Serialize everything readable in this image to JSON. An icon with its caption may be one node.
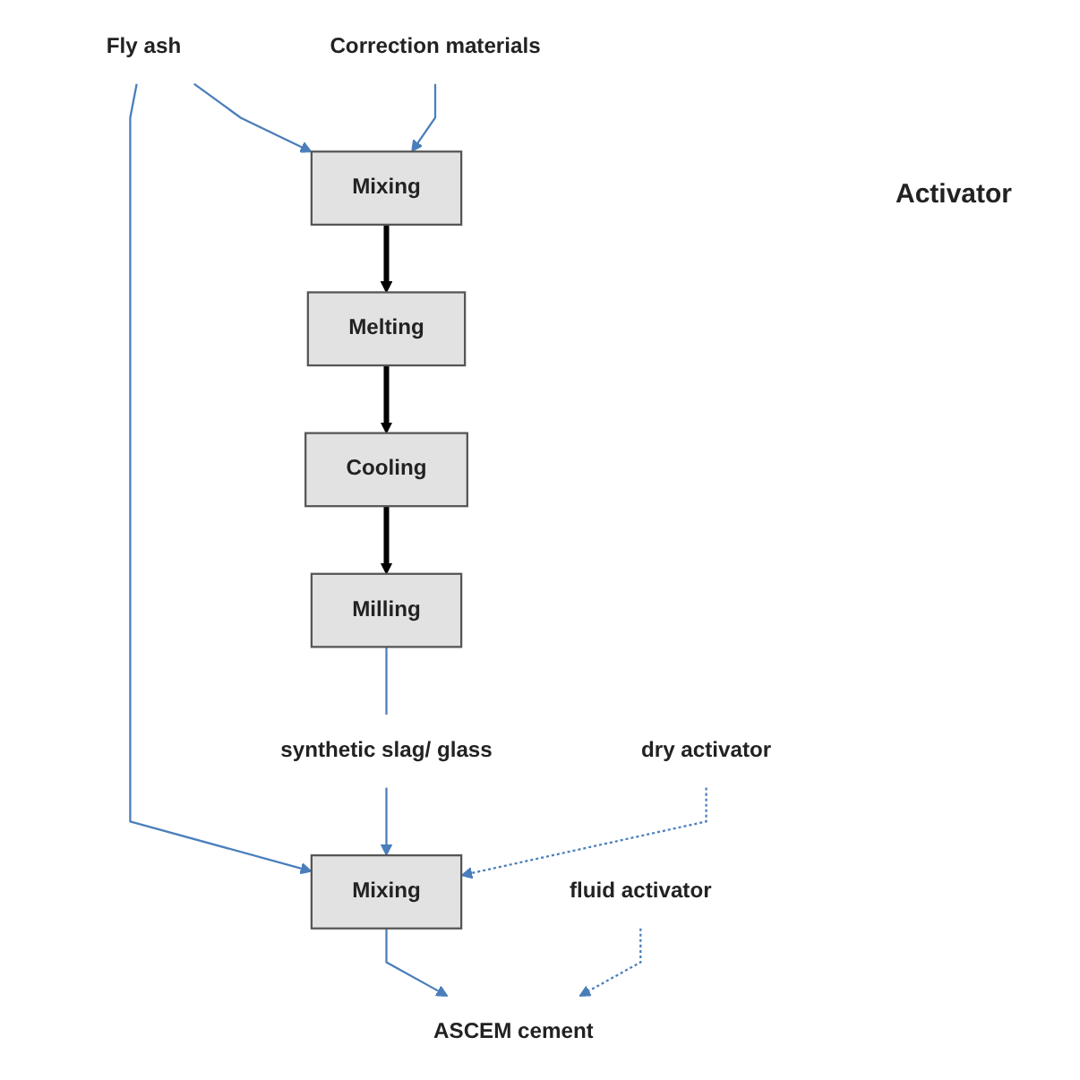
{
  "diagram": {
    "nodes": [
      {
        "text": [
          "Fly ash"
        ]
      },
      {
        "text": [
          "Correction materials"
        ]
      },
      {
        "text": [
          "Mixing"
        ]
      },
      {
        "text": [
          "Melting"
        ]
      },
      {
        "text": [
          "Cooling"
        ]
      },
      {
        "text": [
          "Milling"
        ]
      },
      {
        "text": [
          "synthetic slag/ glass"
        ]
      },
      {
        "text": [
          "Mixing"
        ]
      },
      {
        "text": [
          "dry activator"
        ]
      },
      {
        "text": [
          "ASCEM cement"
        ]
      },
      {
        "text": [
          "fluid activator"
        ]
      }
    ],
    "edges": [
      {
        "from": 0,
        "to": 2,
        "arrow": "to"
      },
      {
        "from": 0,
        "to": 7,
        "arrow": "to"
      },
      {
        "from": 1,
        "to": 2,
        "arrow": "to"
      },
      {
        "from": 2,
        "to": 3,
        "arrow": "to",
        "style": "thick",
        "color": "#000000"
      },
      {
        "from": 3,
        "to": 4,
        "arrow": "to",
        "style": "thick",
        "color": "#000000"
      },
      {
        "from": 4,
        "to": 5,
        "arrow": "to",
        "style": "thick",
        "color": "#000000"
      },
      {
        "from": 5,
        "to": 6,
        "arrow": "none"
      },
      {
        "from": 6,
        "to": 7,
        "arrow": "to"
      },
      {
        "from": 8,
        "to": 7,
        "arrow": "to",
        "style": "dashed"
      },
      {
        "from": 7,
        "to": 9,
        "arrow": "to"
      },
      {
        "from": 10,
        "to": 9,
        "arrow": "to",
        "style": "dashed"
      }
    ],
    "labels": [
      "Activator"
    ]
  }
}
